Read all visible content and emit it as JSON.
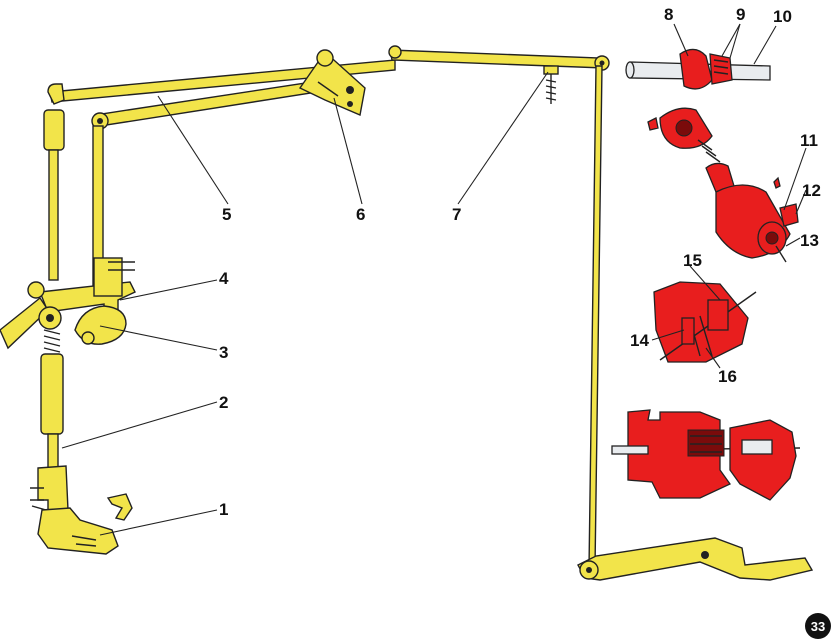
{
  "callouts": [
    {
      "id": "1",
      "text": "1"
    },
    {
      "id": "2",
      "text": "2"
    },
    {
      "id": "3",
      "text": "3"
    },
    {
      "id": "4",
      "text": "4"
    },
    {
      "id": "5",
      "text": "5"
    },
    {
      "id": "6",
      "text": "6"
    },
    {
      "id": "7",
      "text": "7"
    },
    {
      "id": "8",
      "text": "8"
    },
    {
      "id": "9",
      "text": "9"
    },
    {
      "id": "10",
      "text": "10"
    },
    {
      "id": "11",
      "text": "11"
    },
    {
      "id": "12",
      "text": "12"
    },
    {
      "id": "13",
      "text": "13"
    },
    {
      "id": "14",
      "text": "14"
    },
    {
      "id": "15",
      "text": "15"
    },
    {
      "id": "16",
      "text": "16"
    }
  ],
  "figure_number": "33",
  "colors": {
    "mechanism": "#f2e44a",
    "detail": "#e81e1e",
    "outline": "#222222",
    "badge": "#111111"
  }
}
